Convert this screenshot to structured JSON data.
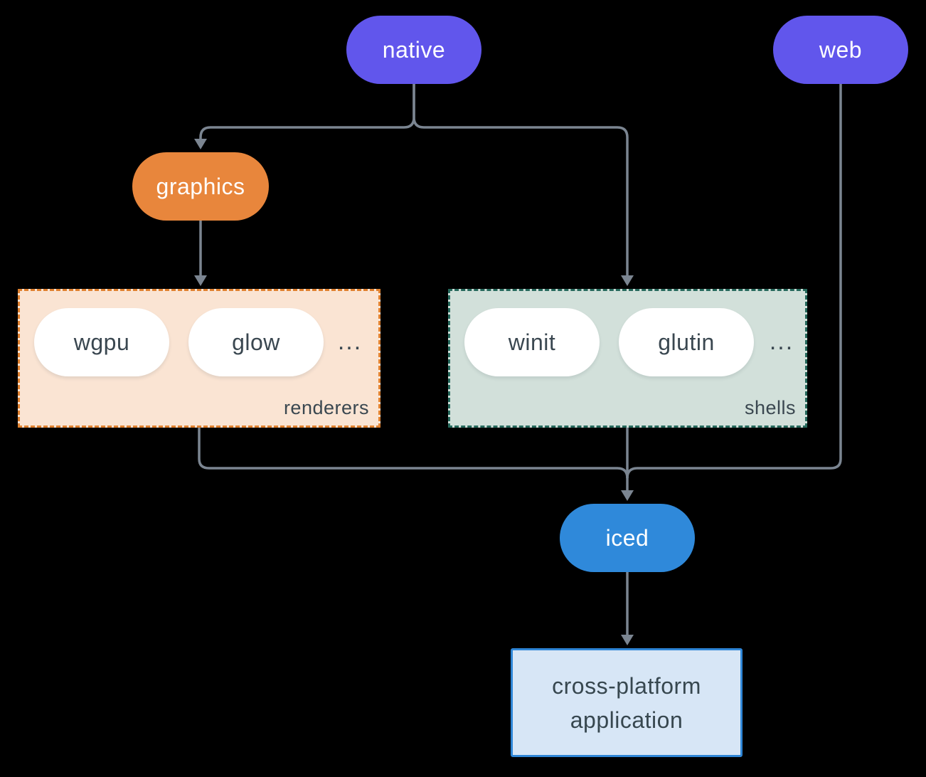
{
  "diagram": {
    "nodes": {
      "native": {
        "label": "native"
      },
      "web": {
        "label": "web"
      },
      "graphics": {
        "label": "graphics"
      },
      "iced": {
        "label": "iced"
      },
      "application": {
        "lines": [
          "cross-platform",
          "application"
        ]
      }
    },
    "groups": {
      "renderers": {
        "label": "renderers",
        "items": [
          "wgpu",
          "glow"
        ],
        "ellipsis": "..."
      },
      "shells": {
        "label": "shells",
        "items": [
          "winit",
          "glutin"
        ],
        "ellipsis": "..."
      }
    },
    "colors": {
      "platform_pill": "#6156ec",
      "graphics_pill": "#e8863c",
      "iced_pill": "#2f89da",
      "renderers_box_bg": "#fae4d3",
      "renderers_box_border": "#e0812f",
      "shells_box_bg": "#d2e0da",
      "shells_box_border": "#26695c",
      "application_box_bg": "#d7e6f6",
      "application_box_border": "#2f86d6",
      "white_pill": "#ffffff",
      "dark_text": "#3a4750",
      "edge_line": "#7b8591",
      "background": "#000000"
    }
  }
}
